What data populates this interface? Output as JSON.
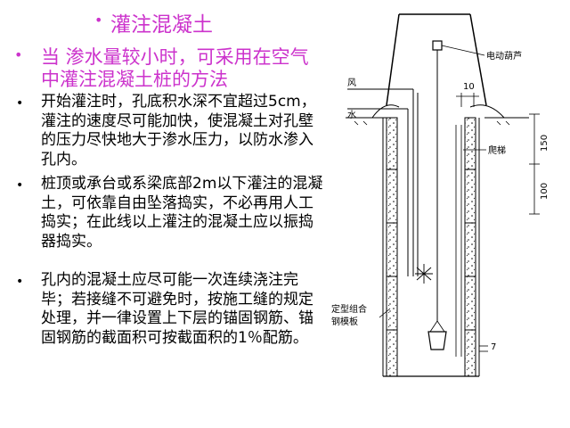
{
  "title": "灌注混凝土",
  "subtitle": "当 渗水量较小时，可采用在空气中灌注混凝土桩的方法",
  "bullets": [
    "开始灌注时，孔底积水深不宜超过5cm，灌注的速度尽可能加快，使混凝土对孔壁的压力尽快地大于渗水压力，以防水渗入孔内。",
    "桩顶或承台或系梁底部2m以下灌注的混凝土，可依靠自由坠落捣实，不必再用人工捣实；在此线以上灌注的混凝土应以振捣器捣实。",
    "孔内的混凝土应尽可能一次连续浇注完毕；若接缝不可避免时，按施工缝的规定处理，并一律设置上下层的锚固钢筋、锚固钢筋的截面积可按截面积的1％配筋。"
  ],
  "diagram": {
    "label_hoist": "电动葫芦",
    "label_wind": "风",
    "label_water": "水",
    "label_ladder": "爬梯",
    "label_formwork_line1": "定型组合",
    "label_formwork_line2": "钢模板",
    "dim_10": "10",
    "dim_150": "150",
    "dim_100": "100",
    "dim_7": "7"
  },
  "colors": {
    "accent": "#cc33cc",
    "text": "#000000"
  }
}
